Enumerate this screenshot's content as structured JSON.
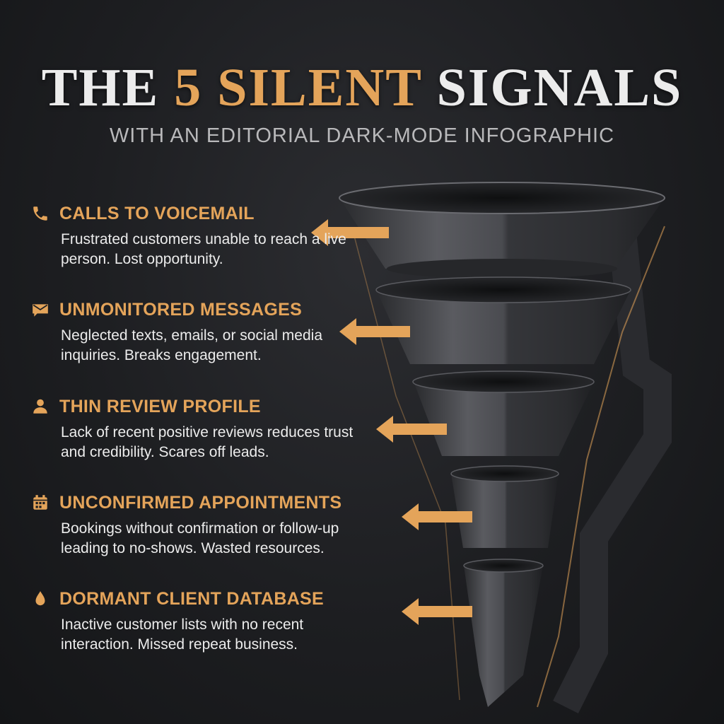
{
  "header": {
    "title_part1": "THE ",
    "title_accent": "5 SILENT",
    "title_part2": " SIGNALS",
    "subtitle": "WITH AN EDITORIAL DARK-MODE INFOGRAPHIC"
  },
  "signals": [
    {
      "icon": "phone-icon",
      "title": "CALLS TO VOICEMAIL",
      "desc": "Frustrated customers unable to reach a live person. Lost opportunity."
    },
    {
      "icon": "mail-icon",
      "title": "UNMONITORED MESSAGES",
      "desc": "Neglected texts, emails, or social media inquiries. Breaks engagement."
    },
    {
      "icon": "person-icon",
      "title": "THIN REVIEW PROFILE",
      "desc": "Lack of recent positive reviews reduces trust and credibility. Scares off leads."
    },
    {
      "icon": "calendar-icon",
      "title": "UNCONFIRMED APPOINTMENTS",
      "desc": "Bookings without confirmation or follow-up leading to no-shows. Wasted resources."
    },
    {
      "icon": "drop-icon",
      "title": "DORMANT CLIENT DATABASE",
      "desc": "Inactive customer lists with no recent interaction. Missed repeat business."
    }
  ],
  "colors": {
    "accent": "#e4a45a",
    "background": "#1d1e21",
    "text": "#ececec",
    "funnel": "#3a3b3f"
  }
}
